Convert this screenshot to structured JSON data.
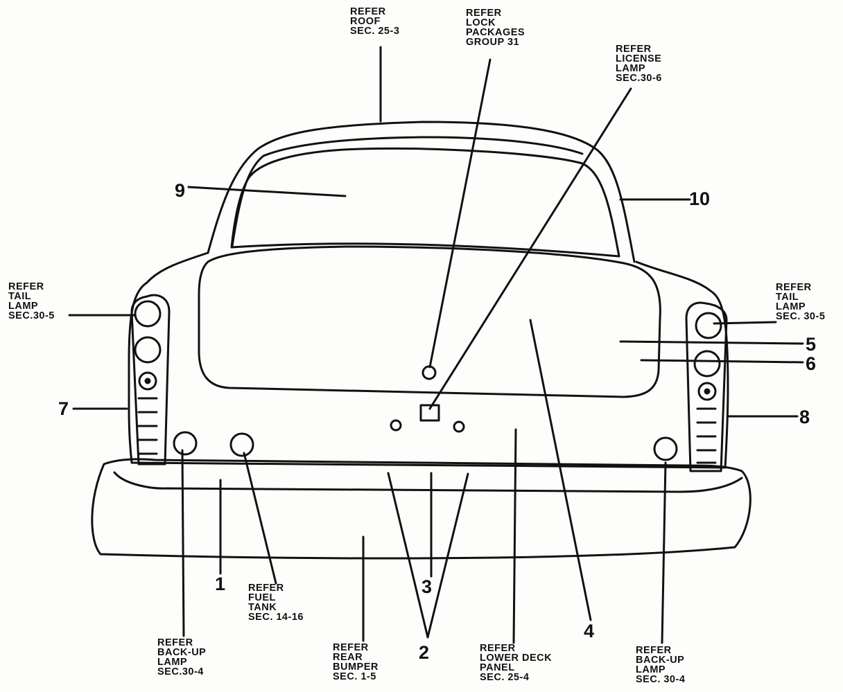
{
  "references": {
    "roof": "REFER\nROOF\nSEC. 25-3",
    "lock_packages": "REFER\nLOCK\nPACKAGES\nGROUP 31",
    "license_lamp": "REFER\nLICENSE\nLAMP\nSEC.30-6",
    "tail_lamp_left": "REFER\nTAIL\nLAMP\nSEC.30-5",
    "tail_lamp_right": "REFER\nTAIL\nLAMP\nSEC. 30-5",
    "fuel_tank": "REFER\nFUEL\nTANK\nSEC. 14-16",
    "backup_lamp_left": "REFER\nBACK-UP\nLAMP\nSEC.30-4",
    "rear_bumper": "REFER\nREAR\nBUMPER\nSEC. 1-5",
    "lower_deck_panel": "REFER\nLOWER DECK\nPANEL\nSEC. 25-4",
    "backup_lamp_right": "REFER\nBACK-UP\nLAMP\nSEC. 30-4"
  },
  "part_numbers": {
    "n1": "1",
    "n2": "2",
    "n3": "3",
    "n4": "4",
    "n5": "5",
    "n6": "6",
    "n7": "7",
    "n8": "8",
    "n9": "9",
    "n10": "10"
  }
}
